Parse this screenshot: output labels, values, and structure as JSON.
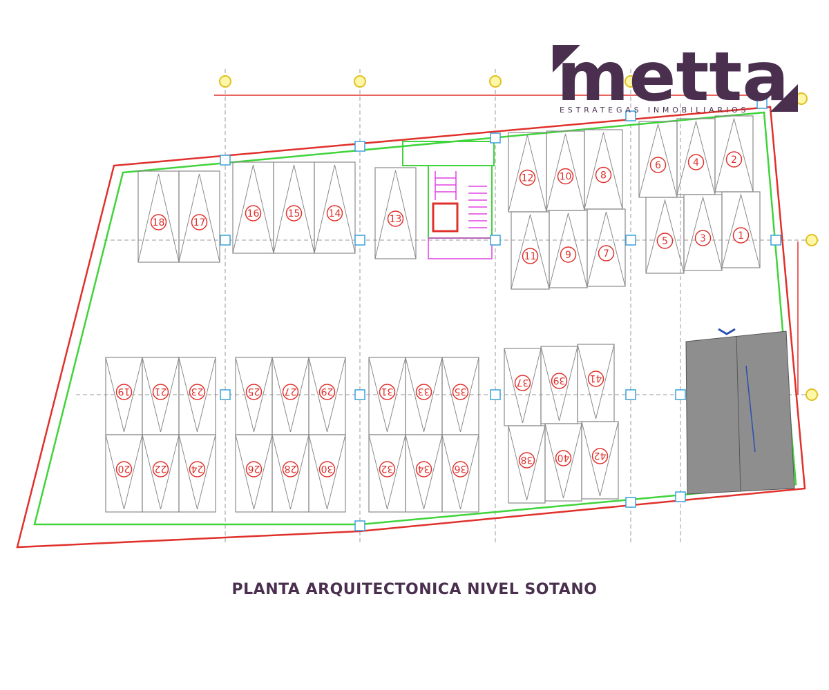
{
  "caption": "PLANTA ARQUITECTONICA NIVEL SOTANO",
  "brand": {
    "name": "metta",
    "tagline": "ESTRATEGAS INMOBILIARIOS",
    "colors": {
      "primary": "#4a2f4f",
      "accent": "#3b2440"
    }
  },
  "colors": {
    "boundary_outer": "#e0302b",
    "boundary_inner": "#3fd43a",
    "spot_line": "#8a8a8a",
    "grid_line": "#9a9a9a",
    "column": "#3aa0d8",
    "number": "#e0302b",
    "stair": "#e040e0",
    "ramp_fill": "#8e8e8e",
    "caption": "#4a2f4f"
  },
  "spots": [
    {
      "n": "18"
    },
    {
      "n": "17"
    },
    {
      "n": "16"
    },
    {
      "n": "15"
    },
    {
      "n": "14"
    },
    {
      "n": "13"
    },
    {
      "n": "12"
    },
    {
      "n": "10"
    },
    {
      "n": "8"
    },
    {
      "n": "11"
    },
    {
      "n": "9"
    },
    {
      "n": "7"
    },
    {
      "n": "6"
    },
    {
      "n": "4"
    },
    {
      "n": "2"
    },
    {
      "n": "5"
    },
    {
      "n": "3"
    },
    {
      "n": "1"
    },
    {
      "n": "19"
    },
    {
      "n": "21"
    },
    {
      "n": "23"
    },
    {
      "n": "20"
    },
    {
      "n": "22"
    },
    {
      "n": "24"
    },
    {
      "n": "25"
    },
    {
      "n": "27"
    },
    {
      "n": "29"
    },
    {
      "n": "26"
    },
    {
      "n": "28"
    },
    {
      "n": "30"
    },
    {
      "n": "31"
    },
    {
      "n": "33"
    },
    {
      "n": "35"
    },
    {
      "n": "32"
    },
    {
      "n": "34"
    },
    {
      "n": "36"
    },
    {
      "n": "37"
    },
    {
      "n": "39"
    },
    {
      "n": "41"
    },
    {
      "n": "38"
    },
    {
      "n": "40"
    },
    {
      "n": "42"
    }
  ]
}
